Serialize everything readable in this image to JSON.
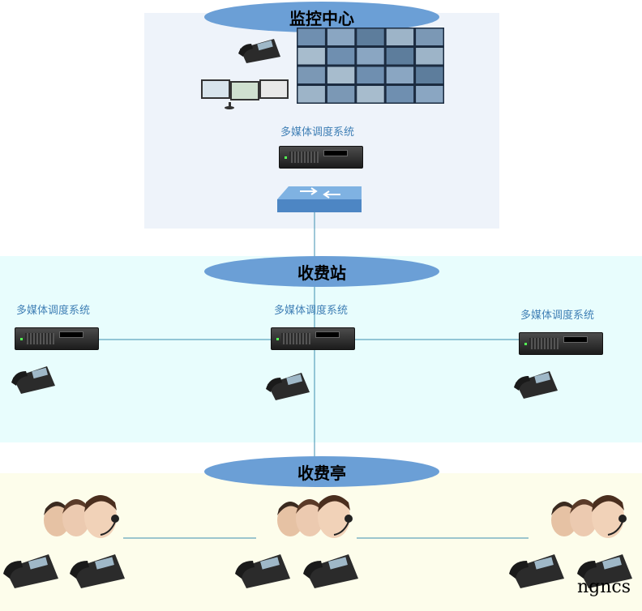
{
  "zones": {
    "monitoring_center": {
      "title": "监控中心",
      "system_label": "多媒体调度系统"
    },
    "toll_station": {
      "title": "收费站",
      "system_labels": [
        "多媒体调度系统",
        "多媒体调度系统",
        "多媒体调度系统"
      ]
    },
    "toll_booth": {
      "title": "收费亭"
    }
  },
  "colors": {
    "ellipse": "#6b9fd6",
    "monitor_zone_bg": "#eef3fa",
    "station_zone_bg": "#e8fdfd",
    "booth_zone_bg": "#fdfdeb",
    "link": "#3c8fb0"
  },
  "watermark": "ngncs"
}
